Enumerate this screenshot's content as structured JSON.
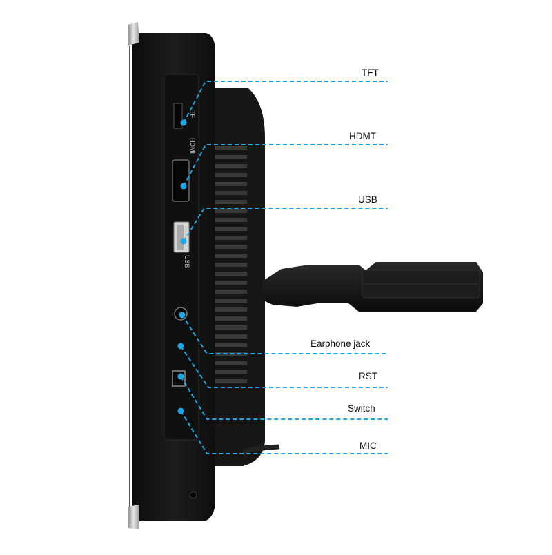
{
  "diagram": {
    "accent_color": "#1aa8e8",
    "device_color": "#141414",
    "callouts": [
      {
        "id": "tft",
        "label": "TFT"
      },
      {
        "id": "hdmt",
        "label": "HDMT"
      },
      {
        "id": "usb",
        "label": "USB"
      },
      {
        "id": "earphone",
        "label": "Earphone jack"
      },
      {
        "id": "rst",
        "label": "RST"
      },
      {
        "id": "switch",
        "label": "Switch"
      },
      {
        "id": "mic",
        "label": "MIC"
      }
    ],
    "port_markings": {
      "tft": "TF",
      "hdmi": "HDMI",
      "usb": "USB"
    }
  }
}
